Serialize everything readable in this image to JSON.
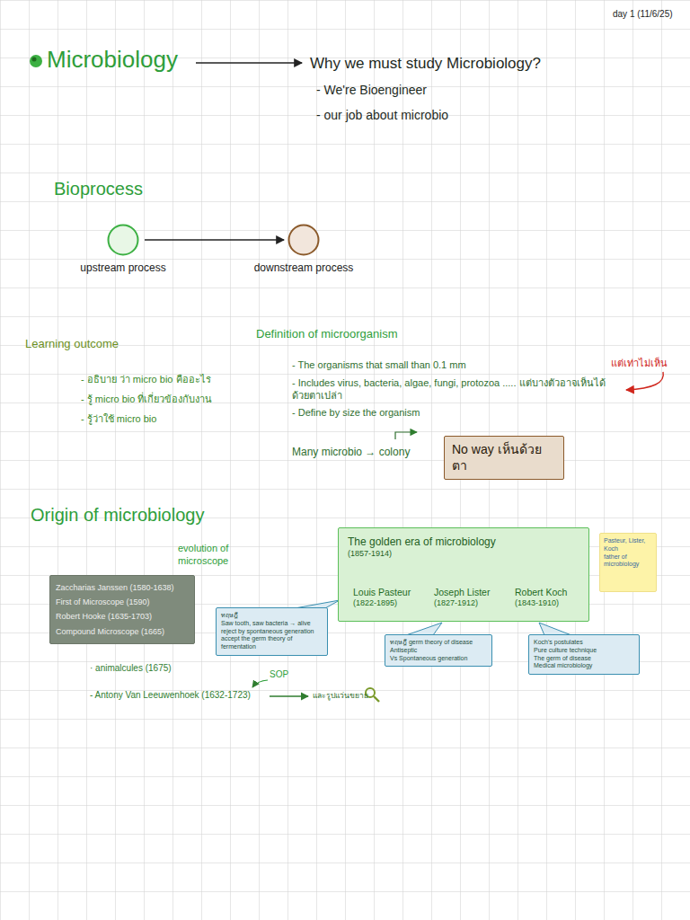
{
  "diagram": {
    "title": "Microbiology",
    "nodes": [
      {
        "text": [
          "Zaccharias Janssen (1580-1638)",
          "First of Microscope (1590)",
          "Robert Hooke (1635-1703)",
          "Compound Microscope (1665)"
        ]
      },
      {
        "text": [
          "upstream process"
        ]
      },
      {
        "text": [
          "downstream process"
        ]
      },
      {
        "text": [
          "No way เห็นด้วยตา"
        ]
      },
      {
        "text": [
          "The golden era of microbiology",
          "(1857-1914)"
        ]
      },
      {
        "text": [
          "Louis Pasteur",
          "(1822-1895)"
        ],
        "in": 4
      },
      {
        "text": [
          "Joseph Lister",
          "(1827-1912)"
        ],
        "in": 4
      },
      {
        "text": [
          "Robert Koch",
          "(1843-1910)"
        ],
        "in": 4
      },
      {
        "text": [
          "ทฤษฎี",
          "Saw tooth, saw bacteria → alive",
          "reject by spontaneous generation",
          "accept the germ theory of fermentation"
        ]
      },
      {
        "text": [
          "ทฤษฎี germ theory of disease",
          "Antiseptic",
          "Vs Spontaneous generation"
        ]
      },
      {
        "text": [
          "Koch's postulates",
          "Pure culture technique",
          "The germ of disease",
          "Medical microbiology"
        ]
      },
      {
        "text": [
          "Pasteur, Lister, Koch",
          "father of microbiology"
        ]
      }
    ],
    "edges": [
      {
        "from": 1,
        "to": 2,
        "arrow": "to"
      },
      {
        "from": 5,
        "to": 6,
        "arrow": "to"
      },
      {
        "from": 6,
        "to": 7,
        "arrow": "to"
      }
    ],
    "labels": [
      "day 1 (11/6/25)",
      "Why we must study Microbiology?",
      "- We're Bioengineer",
      "- our job about microbio",
      "Bioprocess",
      "Learning outcome",
      "- อธิบาย ว่า micro bio คืออะไร",
      "- รู้ micro bio ที่เกี่ยวข้องกับงาน",
      "- รู้ว่าใช้ micro bio",
      "Definition of microorganism",
      "- The organisms that small than 0.1 mm",
      "- Includes virus, bacteria, algae, fungi, protozoa ..... แต่บางตัวอาจเห็นได้ด้วยตาเปล่า",
      "- Define by size the organism",
      "แต่เท่าไม่เห็น",
      "Many microbio → colony",
      "Origin of microbiology",
      "evolution of microscope",
      "· animalcules (1675)",
      "- Antony Van Leeuwenhoek (1632-1723)",
      "SOP",
      "และรูปแว่นขยาย"
    ]
  }
}
